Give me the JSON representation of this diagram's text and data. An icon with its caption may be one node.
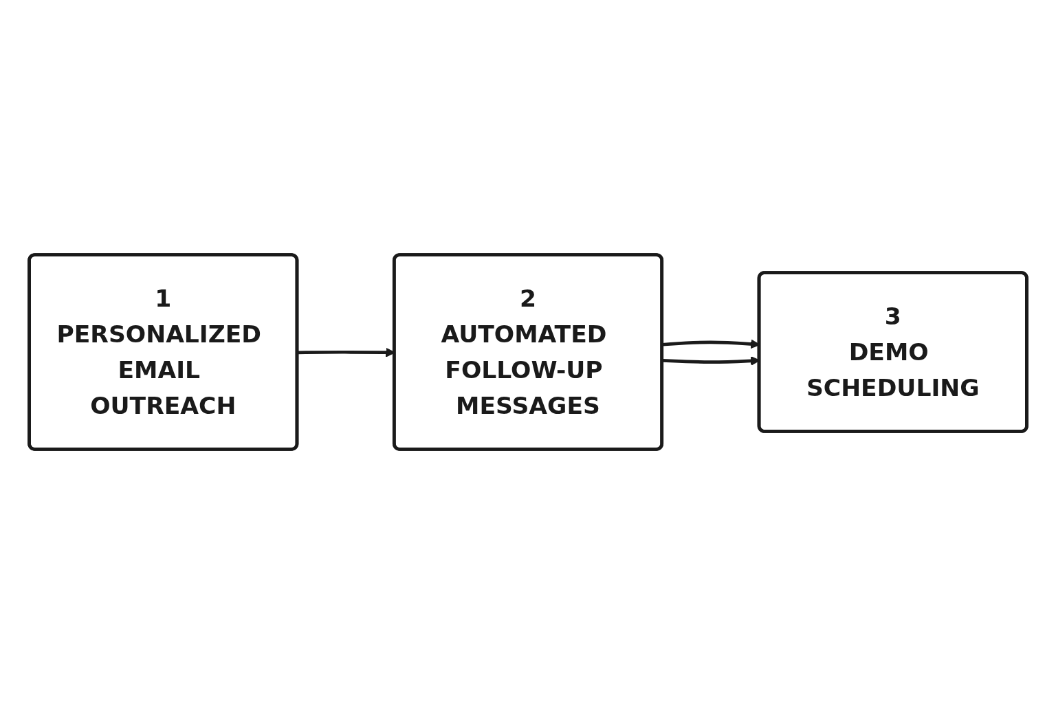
{
  "diagram": {
    "nodes": [
      {
        "text": [
          "1",
          "PERSONALIZED EMAIL OUTREACH"
        ]
      },
      {
        "text": [
          "2",
          "AUTOMATED FOLLOW-UP MESSAGES"
        ]
      },
      {
        "text": [
          "3",
          "DEMO SCHEDULING"
        ]
      }
    ],
    "edges": [
      {
        "from": 0,
        "to": 1,
        "arrow": "to"
      },
      {
        "from": 1,
        "to": 2,
        "arrow": "to"
      },
      {
        "from": 1,
        "to": 2,
        "arrow": "to"
      }
    ]
  }
}
